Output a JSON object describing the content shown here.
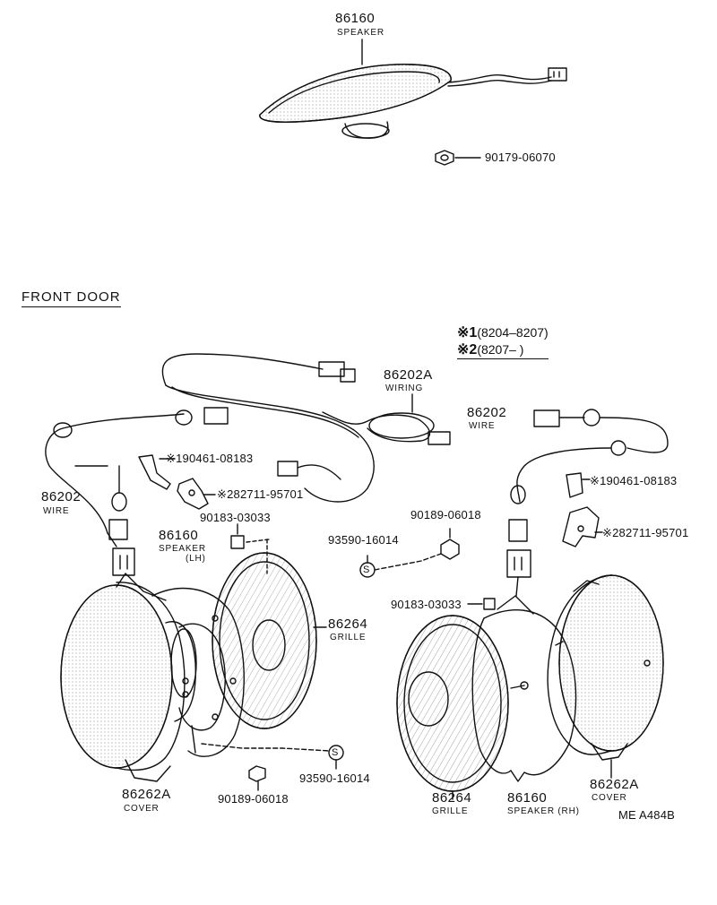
{
  "section_title": "FRONT DOOR",
  "legend": [
    {
      "mark": "※1",
      "text": "(8204–8207)"
    },
    {
      "mark": "※2",
      "text": "(8207–        )"
    }
  ],
  "parts": {
    "top_speaker": {
      "number": "86160",
      "name": "SPEAKER"
    },
    "top_nut": {
      "number": "90179-06070"
    },
    "wiring": {
      "number": "86202A",
      "name": "WIRING"
    },
    "wire_left": {
      "number": "86202",
      "name": "WIRE"
    },
    "wire_right": {
      "number": "86202",
      "name": "WIRE"
    },
    "bracket1_left": {
      "mark": "※1",
      "number": "90461-08183"
    },
    "bracket2_left": {
      "mark": "※2",
      "number": "82711-95701"
    },
    "bracket1_right": {
      "mark": "※1",
      "number": "90461-08183"
    },
    "bracket2_right": {
      "mark": "※2",
      "number": "82711-95701"
    },
    "clip_left": {
      "number": "90183-03033"
    },
    "clip_right": {
      "number": "90183-03033"
    },
    "speaker_lh": {
      "number": "86160",
      "name": "SPEAKER",
      "side": "(LH)"
    },
    "speaker_rh": {
      "number": "86160",
      "name": "SPEAKER (RH)"
    },
    "grille_left": {
      "number": "86264",
      "name": "GRILLE"
    },
    "grille_right": {
      "number": "86264",
      "name": "GRILLE"
    },
    "cover_left": {
      "number": "86262A",
      "name": "COVER"
    },
    "cover_right": {
      "number": "86262A",
      "name": "COVER"
    },
    "screw_left": {
      "number": "93590-16014",
      "symbol": "S"
    },
    "screw_right": {
      "number": "93590-16014",
      "symbol": "S"
    },
    "nut_left": {
      "number": "90189-06018"
    },
    "nut_right": {
      "number": "90189-06018"
    }
  },
  "diagram_code": "ME  A484B"
}
